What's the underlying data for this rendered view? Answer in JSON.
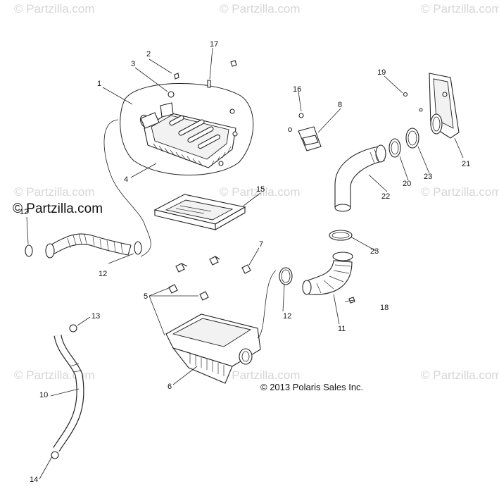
{
  "watermark": {
    "text": "© Partzilla.com",
    "prominent_text": "© Partzilla.com"
  },
  "copyright": "© 2013 Polaris Sales Inc.",
  "callouts": [
    "1",
    "2",
    "3",
    "4",
    "5",
    "6",
    "7",
    "8",
    "10",
    "11",
    "12",
    "12",
    "12",
    "13",
    "14",
    "15",
    "16",
    "17",
    "18",
    "19",
    "20",
    "21",
    "22",
    "23",
    "23"
  ],
  "colors": {
    "line": "#222222",
    "watermark": "#d6d6d6",
    "background": "#ffffff"
  }
}
